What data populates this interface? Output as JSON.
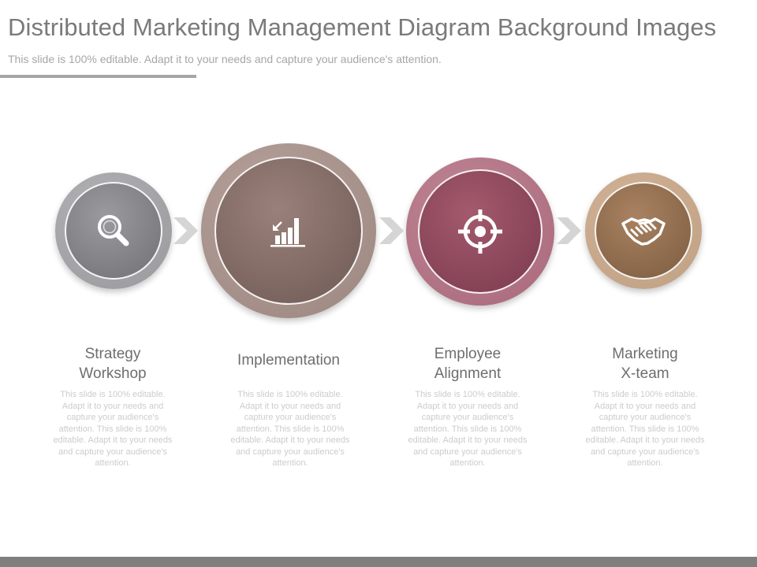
{
  "header": {
    "title": "Distributed Marketing Management Diagram Background Images",
    "subtitle": "This slide is 100% editable. Adapt it to your needs and capture your audience's attention."
  },
  "steps": [
    {
      "title_line1": "Strategy",
      "title_line2": "Workshop",
      "icon": "magnifier-icon",
      "color": "#7c7b80",
      "description": "This slide is 100% editable. Adapt it to your needs and capture your audience's attention. This slide is 100% editable. Adapt it to your needs and capture your audience's attention."
    },
    {
      "title_line1": "Implementation",
      "title_line2": "",
      "icon": "bar-chart-icon",
      "color": "#7f6761",
      "description": "This slide is 100% editable. Adapt it to your needs and capture your audience's attention. This slide is 100% editable. Adapt it to your needs and capture your audience's attention."
    },
    {
      "title_line1": "Employee",
      "title_line2": "Alignment",
      "icon": "target-icon",
      "color": "#8e4a5c",
      "description": "This slide is 100% editable. Adapt it to your needs and capture your audience's attention. This slide is 100% editable. Adapt it to your needs and capture your audience's attention."
    },
    {
      "title_line1": "Marketing",
      "title_line2": "X-team",
      "icon": "handshake-icon",
      "color": "#96714f",
      "description": "This slide is 100% editable. Adapt it to your needs and capture your audience's attention. This slide is 100% editable. Adapt it to your needs and capture your audience's attention."
    }
  ]
}
